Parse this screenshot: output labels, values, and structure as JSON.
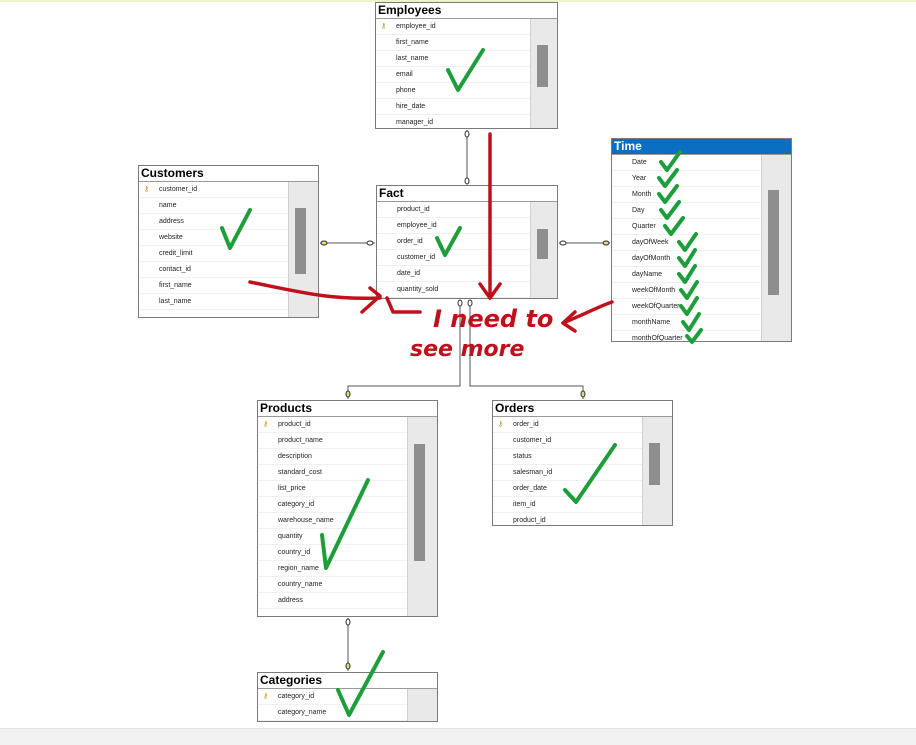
{
  "tables": {
    "employees": {
      "title": "Employees",
      "columns": [
        "employee_id",
        "first_name",
        "last_name",
        "email",
        "phone",
        "hire_date",
        "manager_id"
      ]
    },
    "customers": {
      "title": "Customers",
      "columns": [
        "customer_id",
        "name",
        "address",
        "website",
        "credit_limit",
        "contact_id",
        "first_name",
        "last_name",
        "..."
      ]
    },
    "fact": {
      "title": "Fact",
      "columns": [
        "product_id",
        "employee_id",
        "order_id",
        "customer_id",
        "date_id",
        "quantity_sold"
      ]
    },
    "time": {
      "title": "Time",
      "columns": [
        "Date",
        "Year",
        "Month",
        "Day",
        "Quarter",
        "dayOfWeek",
        "dayOfMonth",
        "dayName",
        "weekOfMonth",
        "weekOfQuarter",
        "monthName",
        "monthOfQuarter"
      ]
    },
    "products": {
      "title": "Products",
      "columns": [
        "product_id",
        "product_name",
        "description",
        "standard_cost",
        "list_price",
        "category_id",
        "warehouse_name",
        "quantity",
        "country_id",
        "region_name",
        "country_name",
        "address",
        "..."
      ]
    },
    "orders": {
      "title": "Orders",
      "columns": [
        "order_id",
        "customer_id",
        "status",
        "salesman_id",
        "order_date",
        "item_id",
        "product_id"
      ]
    },
    "categories": {
      "title": "Categories",
      "columns": [
        "category_id",
        "category_name"
      ]
    }
  },
  "annotation": {
    "line1": "I need to",
    "line2": "see more"
  },
  "colors": {
    "checkmark": "#1e9e3a",
    "annotation": "#c0101c",
    "selected_title": "#0a6fc2"
  }
}
